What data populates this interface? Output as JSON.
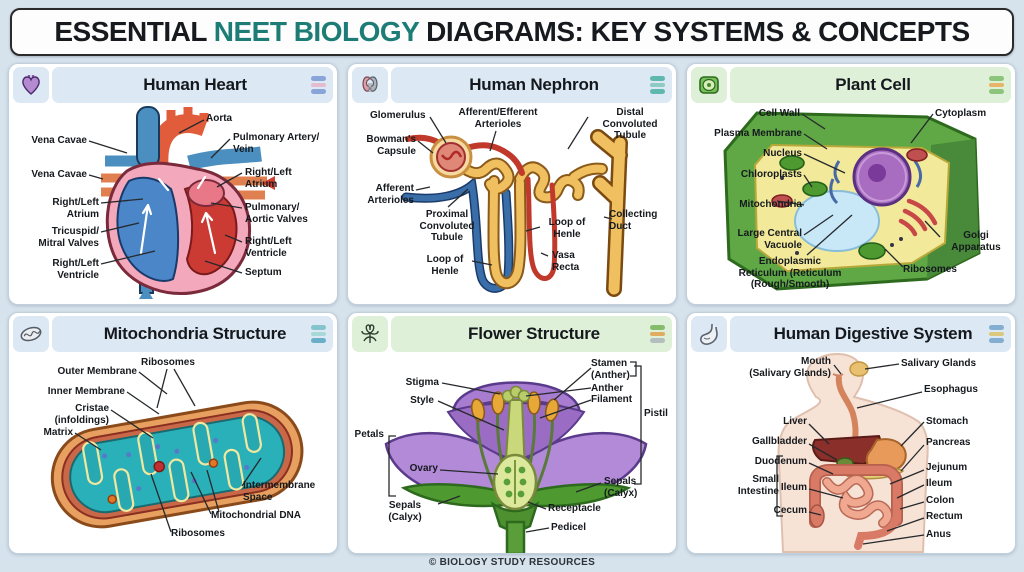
{
  "page": {
    "title_part1": "ESSENTIAL ",
    "title_part2": "NEET BIOLOGY",
    "title_part3": " DIAGRAMS: KEY SYSTEMS & CONCEPTS",
    "footer": "© BIOLOGY STUDY RESOURCES",
    "accent_color": "#1d7d76",
    "background_color": "#d6e2ec",
    "header_tints": {
      "blue": "#dce8f4",
      "green": "#def0d8"
    }
  },
  "panels": [
    {
      "id": "human-heart",
      "title": "Human Heart",
      "icon": "heart-icon",
      "menu_colors": [
        "#88a4d8",
        "#e4bcd0",
        "#88a4d8"
      ],
      "labels": [
        "Aorta",
        "Vena Cavae",
        "Pulmonary Artery/\nVein",
        "Vena Cavae",
        "Right/Left\nAtrium",
        "Right/Left\nAtrium",
        "Pulmonary/\nAortic Valves",
        "Tricuspid/\nMitral Valves",
        "Right/Left\nVentricle",
        "Right/Left\nVentricle",
        "Septum"
      ]
    },
    {
      "id": "human-nephron",
      "title": "Human Nephron",
      "icon": "kidney-icon",
      "menu_colors": [
        "#5fb8ae",
        "#8ccac2",
        "#5fb8ae"
      ],
      "labels": [
        "Glomerulus",
        "Afferent/Efferent\nArterioles",
        "Distal\nConvoluted\nTubule",
        "Bowman's\nCapsule",
        "Afferent\nArterioles",
        "Proximal\nConvoluted\nTubule",
        "Loop of\nHenle",
        "Collecting\nDuct",
        "Loop of\nHenle",
        "Vasa\nRecta"
      ]
    },
    {
      "id": "plant-cell",
      "title": "Plant Cell",
      "icon": "plant-cell-icon",
      "menu_colors": [
        "#8cc47c",
        "#e8b468",
        "#8cc47c"
      ],
      "labels": [
        "Cell Wall",
        "Cytoplasm",
        "Plasma Membrane",
        "Nucleus",
        "Chloroplasts",
        "Mitochondria",
        "Large Central\nVacuole",
        "Endoplasmic\nReticulum (Reticulum\n(Rough/Smooth)",
        "Golgi\nApparatus",
        "Ribosomes"
      ]
    },
    {
      "id": "mitochondria-structure",
      "title": "Mitochondria Structure",
      "icon": "mitochondria-icon",
      "menu_colors": [
        "#84c4cc",
        "#a8d8d8",
        "#6aaec8"
      ],
      "labels": [
        "Ribosomes",
        "Outer Membrane",
        "Inner Membrane",
        "Cristae\n(infoldings)",
        "Matrix",
        "Intermembrane\nSpace",
        "Mitochondrial DNA",
        "Ribosomes"
      ]
    },
    {
      "id": "flower-structure",
      "title": "Flower Structure",
      "icon": "flower-icon",
      "menu_colors": [
        "#84bc6c",
        "#e0ac60",
        "#b4bebe"
      ],
      "labels": [
        "Stigma",
        "Style",
        "Petals",
        "Stamen\n(Anther)",
        "Anther",
        "Filament",
        "Pistil",
        "Ovary",
        "Sepals\n(Calyx)",
        "Sepals\n(Calyx)",
        "Receptacle",
        "Pedicel"
      ]
    },
    {
      "id": "human-digestive-system",
      "title": "Human Digestive System",
      "icon": "stomach-icon",
      "menu_colors": [
        "#84aed0",
        "#dcc87c",
        "#84aed0"
      ],
      "labels": [
        "Mouth\n(Salivary Glands)",
        "Salivary Glands",
        "Esophagus",
        "Liver",
        "Stomach",
        "Gallbladder",
        "Pancreas",
        "Duodenum",
        "Jejunum",
        "Small\nIntestine",
        "Ileum",
        "Ileum",
        "Colon",
        "Cecum",
        "Rectum",
        "Anus"
      ]
    }
  ]
}
